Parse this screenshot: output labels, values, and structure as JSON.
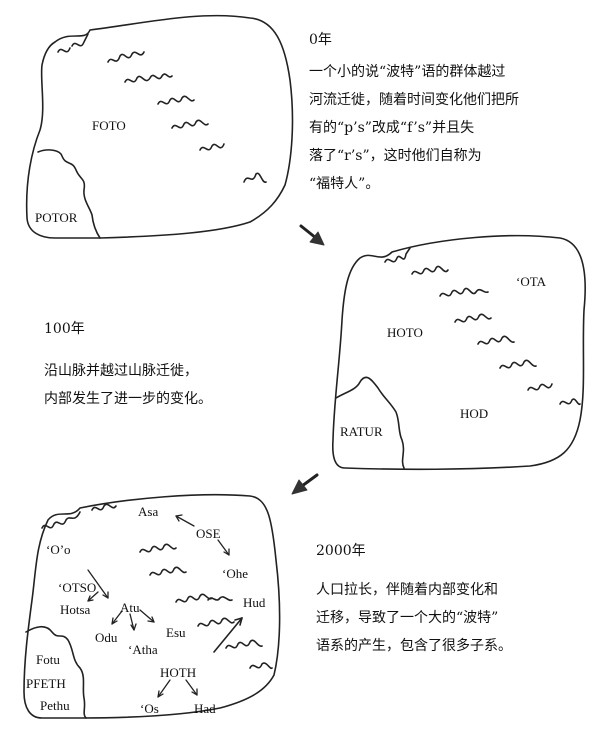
{
  "panel1": {
    "year": "0年",
    "lines": [
      "一个小的说“波特”语的群体越过",
      "河流迁徙，随着时间变化他们把所",
      "有的“p’s”改成“f’s”并且失",
      "落了“r’s”，这时他们自称为",
      "“福特人”。"
    ],
    "labels": {
      "main": "FOTO",
      "small": "POTOR"
    }
  },
  "panel2": {
    "year": "100年",
    "lines": [
      "沿山脉并越过山脉迁徙，",
      "内部发生了进一步的变化。"
    ],
    "labels": {
      "main": "HOTO",
      "ota": "‘OTA",
      "hod": "HOD",
      "small": "RATUR"
    }
  },
  "panel3": {
    "year": "2000年",
    "lines": [
      "人口拉长，伴随着内部变化和",
      "迁移，导致了一个大的“波特”",
      "语系的产生，包含了很多子系。"
    ],
    "labels": {
      "asa": "Asa",
      "ose": "OSE",
      "ohe": "‘Ohe",
      "oo": "‘O’o",
      "otso": "‘OTSO",
      "atu": "Atu",
      "hotsa": "Hotsa",
      "odu": "Odu",
      "esu": "Esu",
      "atha": "‘Atha",
      "hud": "Hud",
      "hoth": "HOTH",
      "os": "‘Os",
      "had": "Had",
      "fotu": "Fotu",
      "pfeth": "PFETH",
      "pethu": "Pethu"
    }
  }
}
